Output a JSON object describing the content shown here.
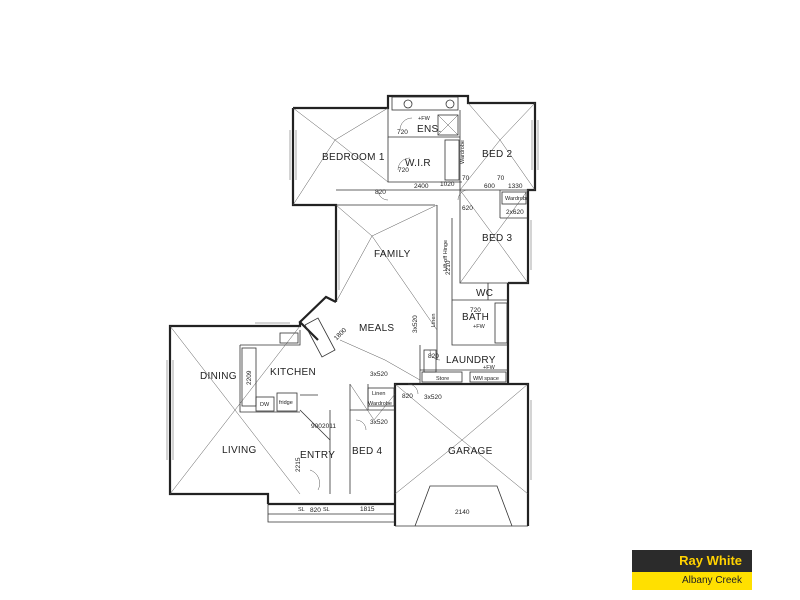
{
  "rooms": {
    "bedroom1": "BEDROOM 1",
    "ens": "ENS.",
    "wir": "W.I.R",
    "bed2": "BED 2",
    "bed3": "BED 3",
    "family": "FAMILY",
    "meals": "MEALS",
    "kitchen": "KITCHEN",
    "dining": "DINING",
    "living": "LIVING",
    "entry": "ENTRY",
    "bed4": "BED 4",
    "garage": "GARAGE",
    "laundry": "LAUNDRY",
    "bath": "BATH",
    "wc": "WC"
  },
  "fixtures": {
    "wardrobe1": "Wardrobe",
    "wardrobe2": "Wardrobe",
    "wardrobe3": "Wardrobe",
    "linen1": "Linen",
    "linen2": "Linen",
    "store": "Store",
    "fw1": "+FW",
    "fw2": "+FW",
    "fw3": "+FW",
    "sl1": "SL",
    "sl2": "SL",
    "lift_off_hinge": "Lift-off Hinge",
    "wm_space": "WM space",
    "dw": "DW",
    "fridge": "fridge"
  },
  "dimensions": {
    "d2400": "2400",
    "d70a": "70",
    "d70b": "70",
    "d600": "600",
    "d1330": "1330",
    "d2210": "2210",
    "d1800": "1800",
    "d3x520a": "3x520",
    "d3x520b": "3x520",
    "d3x520c": "3x520",
    "d3x520d": "3x520",
    "d2x620": "2x620",
    "d2209": "2209",
    "d2215": "2215",
    "d2140": "2140",
    "d1815": "1815",
    "d820a": "820",
    "d820b": "820",
    "d820c": "820",
    "d820d": "820",
    "d720a": "720",
    "d720b": "720",
    "d720c": "720",
    "d1020": "1020",
    "d620": "620",
    "d900": "900",
    "d2011": "2011"
  },
  "brand": {
    "name": "Ray White",
    "office": "Albany Creek"
  }
}
